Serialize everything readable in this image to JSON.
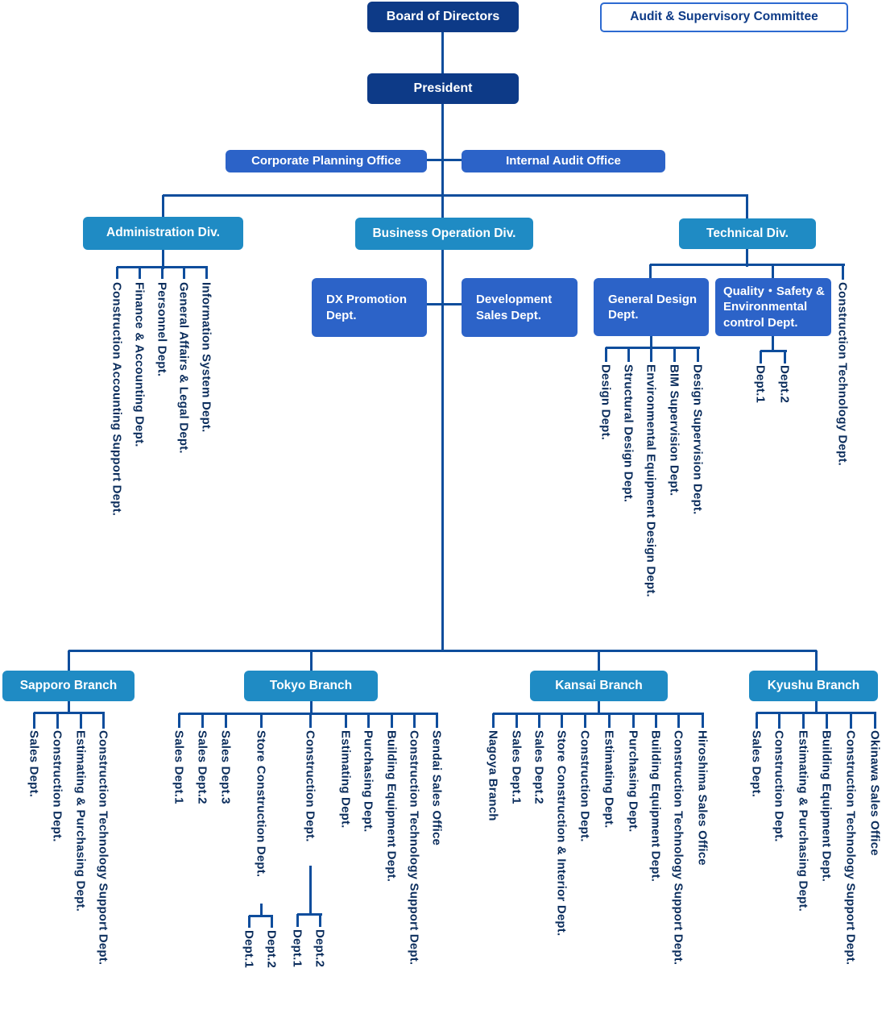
{
  "colors": {
    "navy": "#0d3a87",
    "royal": "#2c63c8",
    "teal": "#1f8bc4",
    "line": "#0e4d9c",
    "label_text": "#0b2d5c",
    "audit_border": "#2d6ad1",
    "box_text": "#ffffff",
    "background": "#ffffff"
  },
  "top": {
    "board": "Board of Directors",
    "audit_committee": "Audit & Supervisory Committee",
    "president": "President",
    "corporate_planning": "Corporate Planning Office",
    "internal_audit": "Internal Audit Office"
  },
  "divisions": {
    "administration": {
      "label": "Administration Div.",
      "departments": [
        "Construction Accounting Support Dept.",
        "Finance & Accounting Dept.",
        "Personnel Dept.",
        "General Affairs & Legal Dept.",
        "Information System Dept."
      ]
    },
    "business_operation": {
      "label": "Business Operation Div.",
      "dept_boxes": [
        "DX Promotion Dept.",
        "Development Sales Dept."
      ]
    },
    "technical": {
      "label": "Technical Div.",
      "dept_boxes": [
        "General Design Dept.",
        "Quality・Safety & Environmental control Dept."
      ],
      "general_design_departments": [
        "Design Dept.",
        "Structural Design Dept.",
        "Environmental Equipment Design Dept.",
        "BIM Supervision Dept.",
        "Design Supervision Dept."
      ],
      "quality_departments": [
        "Dept.1",
        "Dept.2"
      ],
      "direct_departments": [
        "Construction Technology Dept."
      ]
    }
  },
  "branches": {
    "sapporo": {
      "label": "Sapporo Branch",
      "departments": [
        "Sales Dept.",
        "Construction Dept.",
        "Estimating & Purchasing Dept.",
        "Construction Technology Support Dept."
      ]
    },
    "tokyo": {
      "label": "Tokyo Branch",
      "departments": [
        "Sales Dept.1",
        "Sales Dept.2",
        "Sales Dept.3",
        "Store Construction Dept.",
        "Construction Dept.",
        "Estimating Dept.",
        "Purchasing Dept.",
        "Building Equipment Dept.",
        "Construction Technology Support Dept.",
        "Sendai Sales Office"
      ],
      "store_construction_sub": [
        "Dept.1",
        "Dept.2"
      ],
      "construction_sub": [
        "Dept.1",
        "Dept.2"
      ]
    },
    "kansai": {
      "label": "Kansai Branch",
      "departments": [
        "Nagoya Branch",
        "Sales Dept.1",
        "Sales Dept.2",
        "Store Construction & Interior Dept.",
        "Construction Dept.",
        "Estimating Dept.",
        "Purchasing Dept.",
        "Building Equipment Dept.",
        "Construction Technology Support Dept.",
        "Hiroshima Sales Office"
      ]
    },
    "kyushu": {
      "label": "Kyushu Branch",
      "departments": [
        "Sales Dept.",
        "Construction Dept.",
        "Estimating & Purchasing Dept.",
        "Building Equipment Dept.",
        "Construction Technology Support Dept.",
        "Okinawa Sales Office"
      ]
    }
  }
}
